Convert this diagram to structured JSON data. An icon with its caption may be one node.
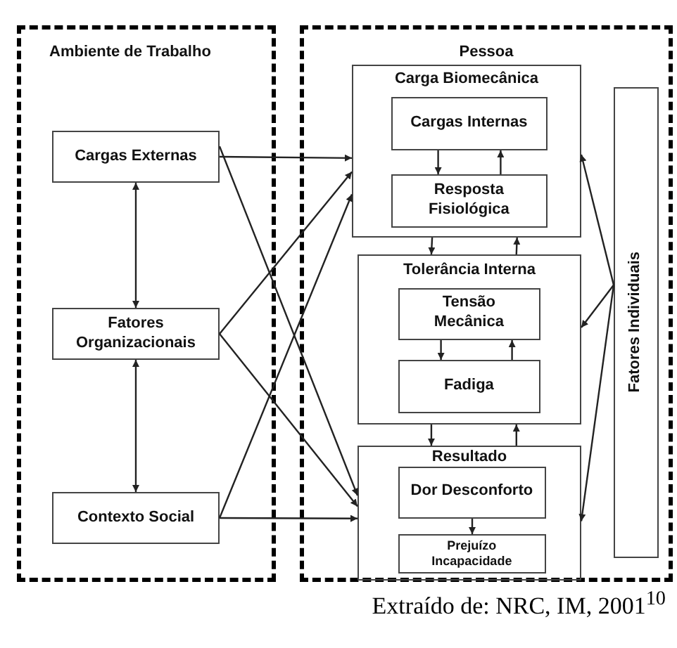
{
  "diagram": {
    "caption": "Extraído de: NRC, IM, 2001$^{10}$",
    "nodes": [
      {
        "text": [
          "Ambiente de Trabalho"
        ]
      },
      {
        "text": [
          "Cargas Externas"
        ],
        "in": 0
      },
      {
        "text": [
          "Fatores Organizacionais"
        ],
        "in": 0
      },
      {
        "text": [
          "Contexto Social"
        ],
        "in": 0
      },
      {
        "text": [
          "Pessoa"
        ]
      },
      {
        "text": [
          "Carga Biomecânica"
        ],
        "in": 4
      },
      {
        "text": [
          "Cargas Internas"
        ],
        "in": 5
      },
      {
        "text": [
          "Resposta Fisiológica"
        ],
        "in": 5
      },
      {
        "text": [
          "Tolerância Interna"
        ],
        "in": 4
      },
      {
        "text": [
          "Tensão Mecânica"
        ],
        "in": 8
      },
      {
        "text": [
          "Fadiga"
        ],
        "in": 8
      },
      {
        "text": [
          "Resultado"
        ],
        "in": 4
      },
      {
        "text": [
          "Dor Desconforto"
        ],
        "in": 11
      },
      {
        "text": [
          "Prejuízo Incapacidade"
        ],
        "in": 11
      },
      {
        "text": [
          "Fatores Individuais"
        ],
        "in": 4
      }
    ],
    "edges": [
      {
        "from": 1,
        "to": 2,
        "arrow": "both"
      },
      {
        "from": 2,
        "to": 3,
        "arrow": "both"
      },
      {
        "from": 1,
        "to": 5,
        "arrow": "to"
      },
      {
        "from": 1,
        "to": 11,
        "arrow": "to"
      },
      {
        "from": 2,
        "to": 5,
        "arrow": "to"
      },
      {
        "from": 2,
        "to": 11,
        "arrow": "to"
      },
      {
        "from": 3,
        "to": 5,
        "arrow": "to"
      },
      {
        "from": 3,
        "to": 11,
        "arrow": "to"
      },
      {
        "from": 6,
        "to": 7,
        "arrow": "to"
      },
      {
        "from": 7,
        "to": 6,
        "arrow": "to"
      },
      {
        "from": 5,
        "to": 8,
        "arrow": "to"
      },
      {
        "from": 8,
        "to": 5,
        "arrow": "to"
      },
      {
        "from": 9,
        "to": 10,
        "arrow": "to"
      },
      {
        "from": 10,
        "to": 9,
        "arrow": "to"
      },
      {
        "from": 8,
        "to": 11,
        "arrow": "to"
      },
      {
        "from": 11,
        "to": 8,
        "arrow": "to"
      },
      {
        "from": 12,
        "to": 13,
        "arrow": "to"
      },
      {
        "from": 14,
        "to": 5,
        "arrow": "to"
      },
      {
        "from": 14,
        "to": 8,
        "arrow": "to"
      },
      {
        "from": 14,
        "to": 11,
        "arrow": "to"
      }
    ]
  }
}
